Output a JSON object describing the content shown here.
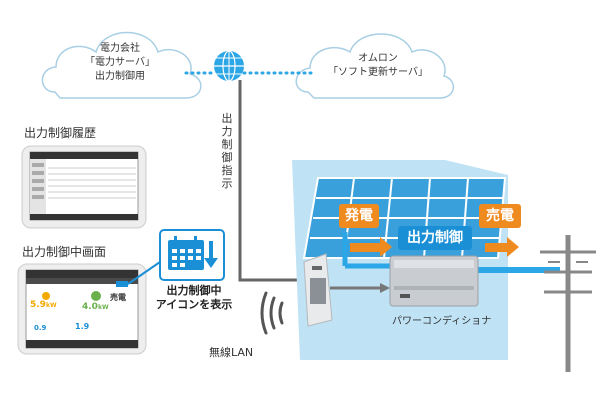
{
  "clouds": {
    "power_company": {
      "line1": "電力会社",
      "line2": "「電力サーバ」",
      "line3": "出力制御用"
    },
    "omron": {
      "line1": "オムロン",
      "line2": "「ソフト更新サーバ」"
    }
  },
  "vertical_label": [
    "出",
    "力",
    "制",
    "御",
    "指",
    "示"
  ],
  "left": {
    "history_title": "出力制御履歴",
    "screen_title": "出力制御中画面",
    "callout": {
      "line1": "出力制御中",
      "line2": "アイコンを表示"
    },
    "tablet_screen": {
      "value1": "5.9",
      "unit1": "kW",
      "value2": "4.0",
      "unit2": "kW",
      "sell_label": "売電",
      "value3": "1.9",
      "value4": "0.9"
    }
  },
  "labels": {
    "wireless_lan": "無線LAN",
    "power_conditioner": "パワーコンディショナ"
  },
  "tags": {
    "generation": "発電",
    "output_control": "出力制御",
    "selling": "売電"
  },
  "colors": {
    "house": "#bfe3f5",
    "panel": "#3aa0dc",
    "orange": "#ef8a1f",
    "blue_tag": "#1b8fd6",
    "cable": "#666666",
    "flow": "#2ba6e6"
  }
}
